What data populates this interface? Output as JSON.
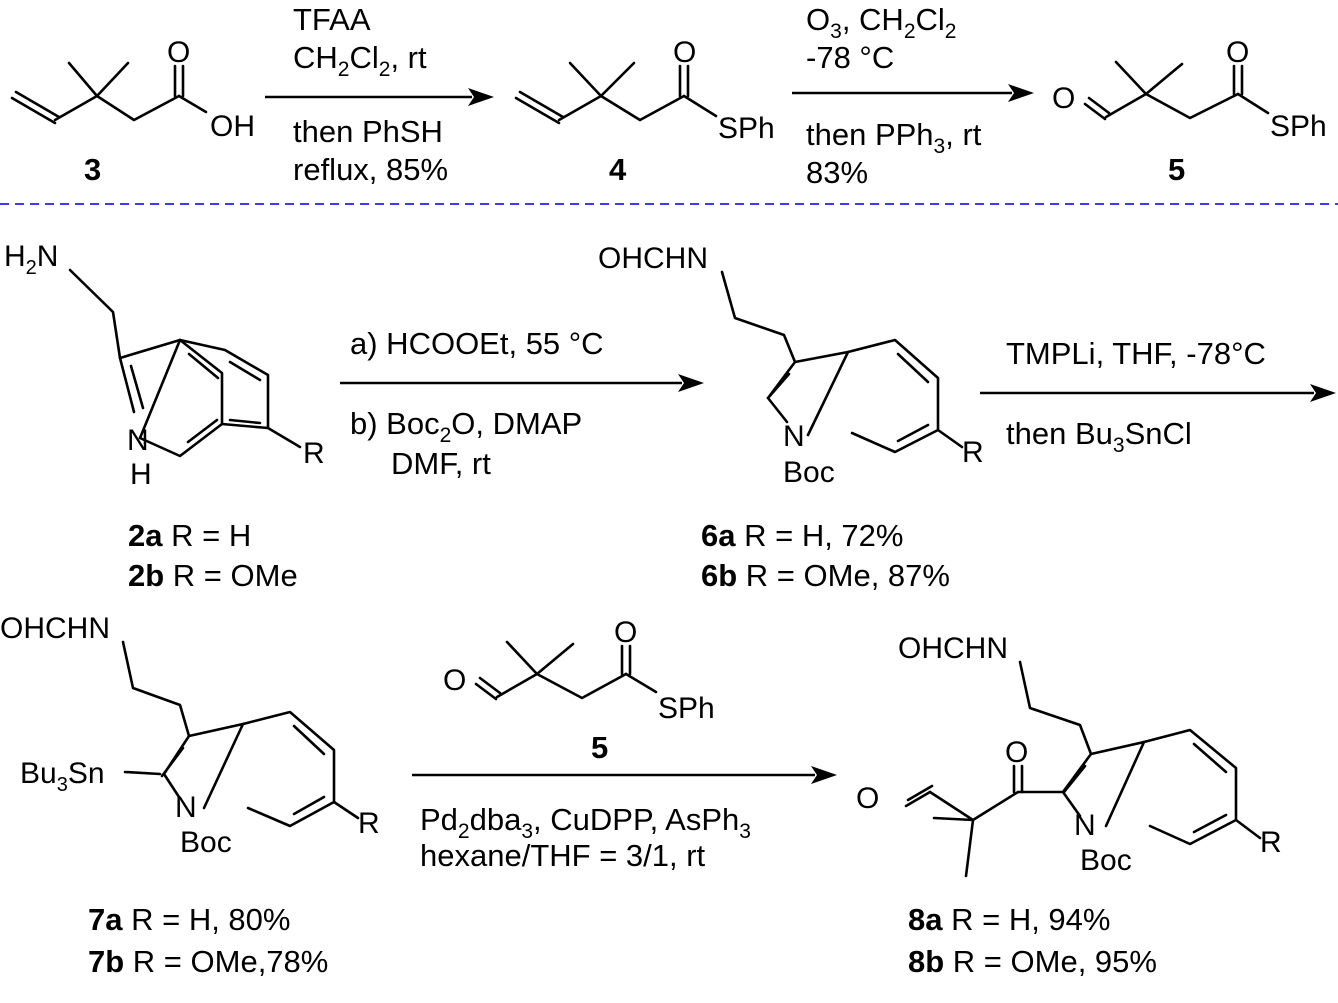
{
  "row1": {
    "cmpd3": {
      "number": "3",
      "oh": "OH",
      "o": "O"
    },
    "step1": {
      "reagent_line1": "TFAA",
      "reagent_line2_main": "CH",
      "reagent_line2_sub1": "2",
      "reagent_line2_mid": "Cl",
      "reagent_line2_sub2": "2",
      "reagent_line2_end": ", rt",
      "below_line1": "then PhSH",
      "below_line2": "reflux, 85%"
    },
    "cmpd4": {
      "number": "4",
      "sph": "SPh",
      "o": "O"
    },
    "step2": {
      "above_line1_o": "O",
      "above_line1_sub": "3",
      "above_line1_rest": ", CH",
      "above_line1_sub2": "2",
      "above_line1_cl": "Cl",
      "above_line1_sub3": "2",
      "above_line2": "-78 °C",
      "below_line1_main": "then PPh",
      "below_line1_sub": "3",
      "below_line1_end": ", rt",
      "below_line2": "83%"
    },
    "cmpd5": {
      "number": "5",
      "sph": "SPh",
      "o_ald": "O",
      "o": "O"
    }
  },
  "row2": {
    "cmpd2": {
      "h2n_h": "H",
      "h2n_sub": "2",
      "h2n_n": "N",
      "nh_n": "N",
      "nh_h": "H",
      "r": "R",
      "label_a_num": "2a",
      "label_a_text": " R = H",
      "label_b_num": "2b",
      "label_b_text": " R = OMe"
    },
    "step3": {
      "line_a": "a) HCOOEt, 55 °C",
      "line_b_main": "b) Boc",
      "line_b_sub": "2",
      "line_b_end": "O, DMAP",
      "line_c": "DMF, rt"
    },
    "cmpd6": {
      "ohchn": "OHCHN",
      "n": "N",
      "boc": "Boc",
      "r": "R",
      "label_a_num": "6a",
      "label_a_text": " R = H, 72%",
      "label_b_num": "6b",
      "label_b_text": " R = OMe, 87%"
    },
    "step4": {
      "above": "TMPLi, THF, -78°C",
      "below_main": "then Bu",
      "below_sub": "3",
      "below_end": "SnCl"
    }
  },
  "row3": {
    "cmpd7": {
      "ohchn": "OHCHN",
      "bu": "Bu",
      "bu_sub": "3",
      "sn": "Sn",
      "n": "N",
      "boc": "Boc",
      "r": "R",
      "label_a_num": "7a",
      "label_a_text": " R = H, 80%",
      "label_b_num": "7b",
      "label_b_text": " R = OMe,78%"
    },
    "step5": {
      "reagent_number": "5",
      "sph": "SPh",
      "o_ald": "O",
      "o": "O",
      "below_line1_a": "Pd",
      "below_line1_sub1": "2",
      "below_line1_b": "dba",
      "below_line1_sub2": "3",
      "below_line1_c": ", CuDPP, AsPh",
      "below_line1_sub3": "3",
      "below_line2": "hexane/THF = 3/1, rt"
    },
    "cmpd8": {
      "ohchn": "OHCHN",
      "o_ald": "O",
      "o": "O",
      "n": "N",
      "boc": "Boc",
      "r": "R",
      "label_a_num": "8a",
      "label_a_text": " R = H, 94%",
      "label_b_num": "8b",
      "label_b_text": " R = OMe, 95%"
    }
  },
  "colors": {
    "ink": "#000000",
    "separator": "#3b3bf0",
    "background": "#ffffff"
  }
}
